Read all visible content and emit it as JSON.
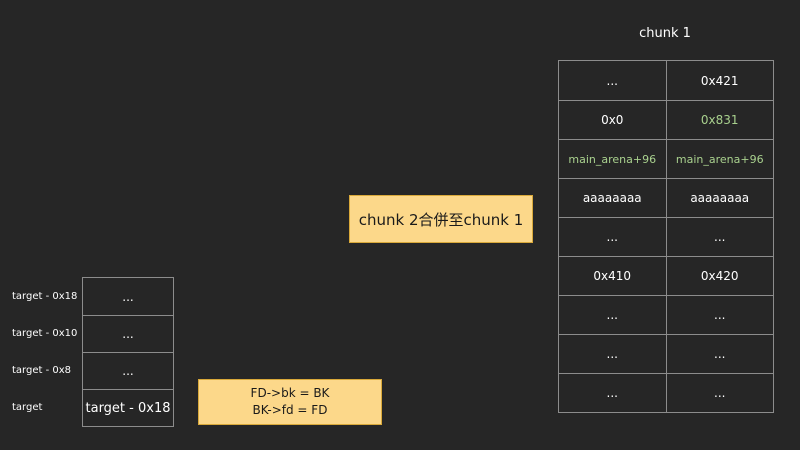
{
  "chunk1": {
    "title": "chunk 1",
    "rows": [
      [
        {
          "text": "...",
          "color": "#ffffff"
        },
        {
          "text": "0x421",
          "color": "#ffffff"
        }
      ],
      [
        {
          "text": "0x0",
          "color": "#ffffff"
        },
        {
          "text": "0x831",
          "color": "#a9d18e"
        }
      ],
      [
        {
          "text": "main_arena+96",
          "color": "#a9d18e"
        },
        {
          "text": "main_arena+96",
          "color": "#a9d18e"
        }
      ],
      [
        {
          "text": "aaaaaaaa",
          "color": "#ffffff"
        },
        {
          "text": "aaaaaaaa",
          "color": "#ffffff"
        }
      ],
      [
        {
          "text": "...",
          "color": "#ffffff"
        },
        {
          "text": "...",
          "color": "#ffffff"
        }
      ],
      [
        {
          "text": "0x410",
          "color": "#ffffff"
        },
        {
          "text": "0x420",
          "color": "#ffffff"
        }
      ],
      [
        {
          "text": "...",
          "color": "#ffffff"
        },
        {
          "text": "...",
          "color": "#ffffff"
        }
      ],
      [
        {
          "text": "...",
          "color": "#ffffff"
        },
        {
          "text": "...",
          "color": "#ffffff"
        }
      ],
      [
        {
          "text": "...",
          "color": "#ffffff"
        },
        {
          "text": "...",
          "color": "#ffffff"
        }
      ]
    ]
  },
  "target": {
    "labels": [
      "target - 0x18",
      "target - 0x10",
      "target - 0x8",
      "target"
    ],
    "cells": [
      "...",
      "...",
      "...",
      "target - 0x18"
    ]
  },
  "notes": {
    "merge": "chunk 2合併至chunk 1",
    "fd_line": "FD->bk = BK",
    "bk_line": "BK->fd = FD"
  },
  "colors": {
    "background": "#262626",
    "note_fill": "#fcd88a",
    "highlight_green": "#a9d18e",
    "grid_line": "#8c8c8c"
  }
}
